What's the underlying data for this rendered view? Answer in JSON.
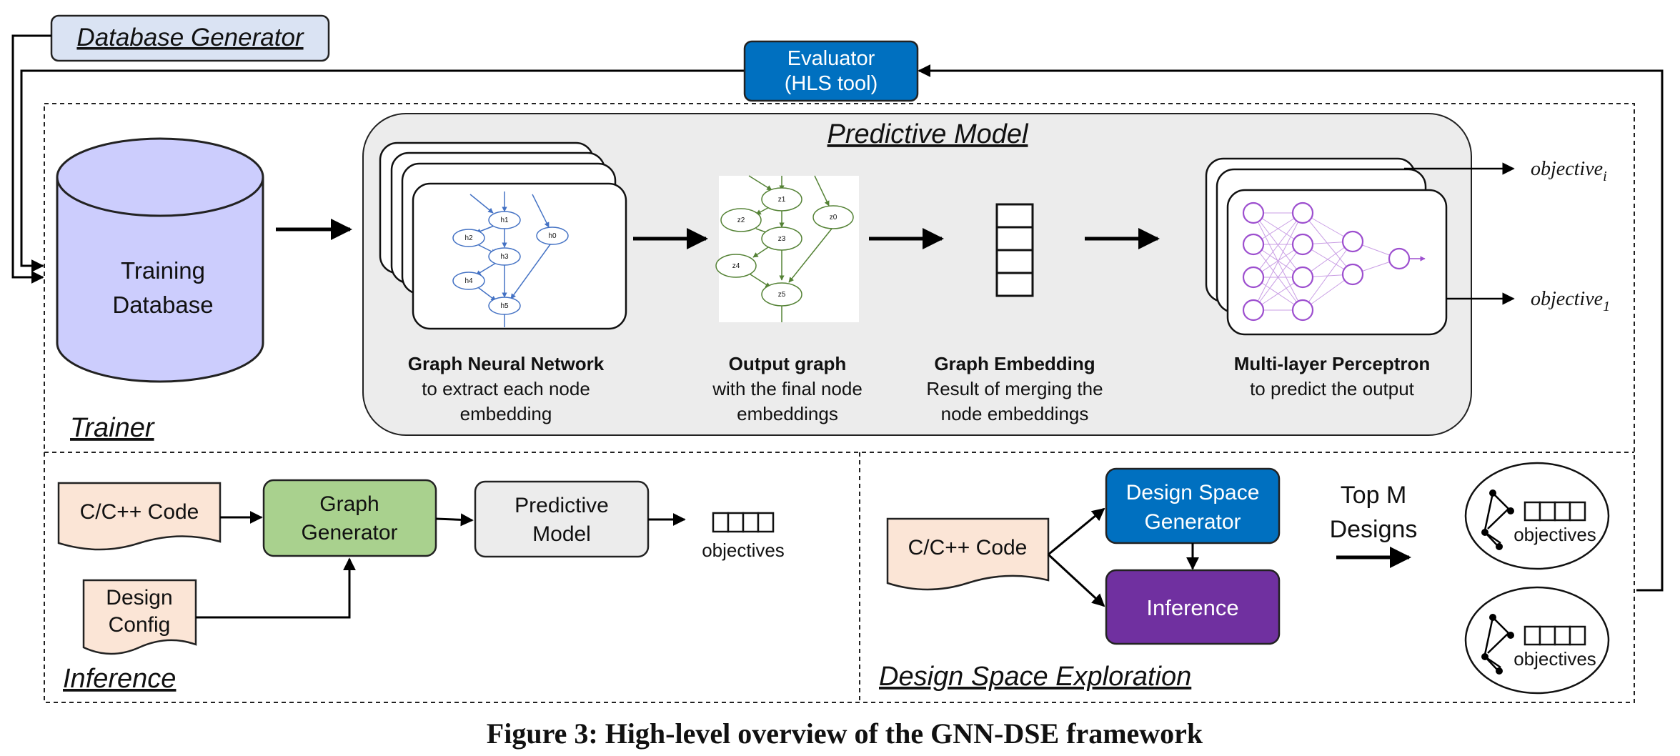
{
  "database_generator": "Database Generator",
  "evaluator": {
    "line1": "Evaluator",
    "line2": "(HLS tool)"
  },
  "trainer": {
    "label": "Trainer",
    "database": {
      "line1": "Training",
      "line2": "Database"
    },
    "predictive_model": {
      "title": "Predictive Model",
      "gnn": {
        "title": "Graph Neural Network",
        "line1": "to extract each node",
        "line2": "embedding",
        "nodes": [
          "h1",
          "h2",
          "h3",
          "h0",
          "h4",
          "h5"
        ]
      },
      "output_graph": {
        "title": "Output graph",
        "line1": "with the final node",
        "line2": "embeddings",
        "nodes": [
          "z1",
          "z2",
          "z3",
          "z0",
          "z4",
          "z5"
        ]
      },
      "embedding": {
        "title": "Graph Embedding",
        "line1": "Result of merging the",
        "line2": "node embeddings"
      },
      "mlp": {
        "title": "Multi-layer Perceptron",
        "line1": "to predict the output"
      }
    },
    "objective_i": {
      "base": "objective",
      "sub": "i"
    },
    "objective_1": {
      "base": "objective",
      "sub": "1"
    }
  },
  "inference": {
    "label": "Inference",
    "code": "C/C++ Code",
    "config": {
      "line1": "Design",
      "line2": "Config"
    },
    "graph_generator": {
      "line1": "Graph",
      "line2": "Generator"
    },
    "predictive_model": {
      "line1": "Predictive",
      "line2": "Model"
    },
    "objectives": "objectives"
  },
  "dse": {
    "label": "Design Space Exploration",
    "code": "C/C++ Code",
    "space_generator": {
      "line1": "Design Space",
      "line2": "Generator"
    },
    "inference": "Inference",
    "top_m": {
      "line1": "Top M",
      "line2": "Designs"
    },
    "objectives_a": "objectives",
    "objectives_b": "objectives"
  },
  "caption": "Figure 3: High-level overview of the GNN-DSE framework",
  "colors": {
    "database_fill": "#cccdfd",
    "db_gen_fill": "#dae3f3",
    "evaluator_fill": "#0070c0",
    "graph_gen_fill": "#a9d18e",
    "code_fill": "#fbe5d6",
    "space_gen_fill": "#0070c0",
    "inference_fill": "#7030a0",
    "panel_fill": "#ececec",
    "gnn_color": "#4472c4",
    "out_color": "#548235",
    "mlp_color": "#9d4fcf"
  }
}
